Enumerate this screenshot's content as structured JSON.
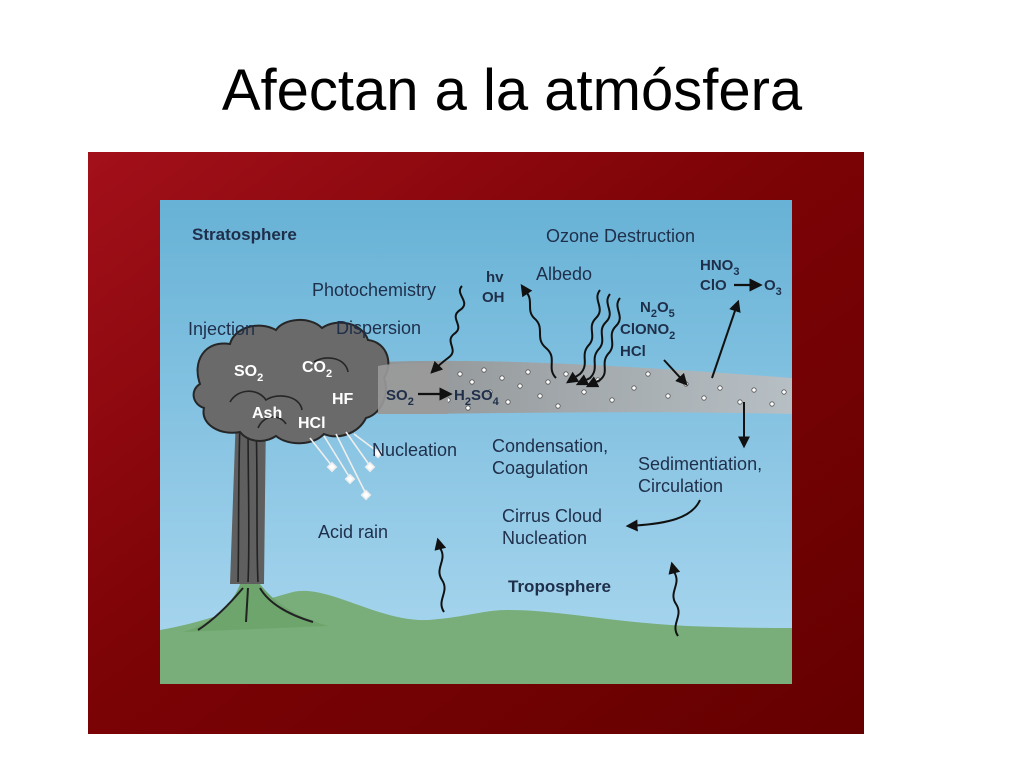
{
  "slide": {
    "title": "Afectan a la atmósfera"
  },
  "diagram": {
    "layers": {
      "upper": "Stratosphere",
      "lower": "Troposphere"
    },
    "labels": {
      "injection": "Injection",
      "photochemistry": "Photochemistry",
      "dispersion": "Dispersion",
      "albedo": "Albedo",
      "ozone_destruction": "Ozone Destruction",
      "nucleation": "Nucleation",
      "condensation_1": "Condensation,",
      "condensation_2": "Coagulation",
      "sedimentation_1": "Sedimentiation,",
      "sedimentation_2": "Circulation",
      "cirrus_1": "Cirrus Cloud",
      "cirrus_2": "Nucleation",
      "acid_rain": "Acid rain"
    },
    "plume_gases": {
      "so2": "SO",
      "co2": "CO",
      "hf": "HF",
      "ash": "Ash",
      "hcl": "HCl"
    },
    "chemistry": {
      "hv": "hv",
      "oh": "OH",
      "so2": "SO",
      "h2so4_h": "H",
      "h2so4_so": "SO",
      "hno3": "HNO",
      "clo": "ClO",
      "o3": "O",
      "n2o5_n": "N",
      "n2o5_o": "O",
      "clono2": "ClONO",
      "hcl": "HCl"
    },
    "subscripts": {
      "two": "2",
      "three": "3",
      "four": "4",
      "five": "5"
    },
    "colors": {
      "frame_dark": "#6e0000",
      "frame_light": "#9a0c10",
      "sky_top": "#6fb8d8",
      "sky_bottom": "#a9d6ee",
      "ground": "#79ad79",
      "plume": "#6a6a6a",
      "aerosol_band": "#a7a7a7",
      "text": "#1f2f4a"
    }
  }
}
